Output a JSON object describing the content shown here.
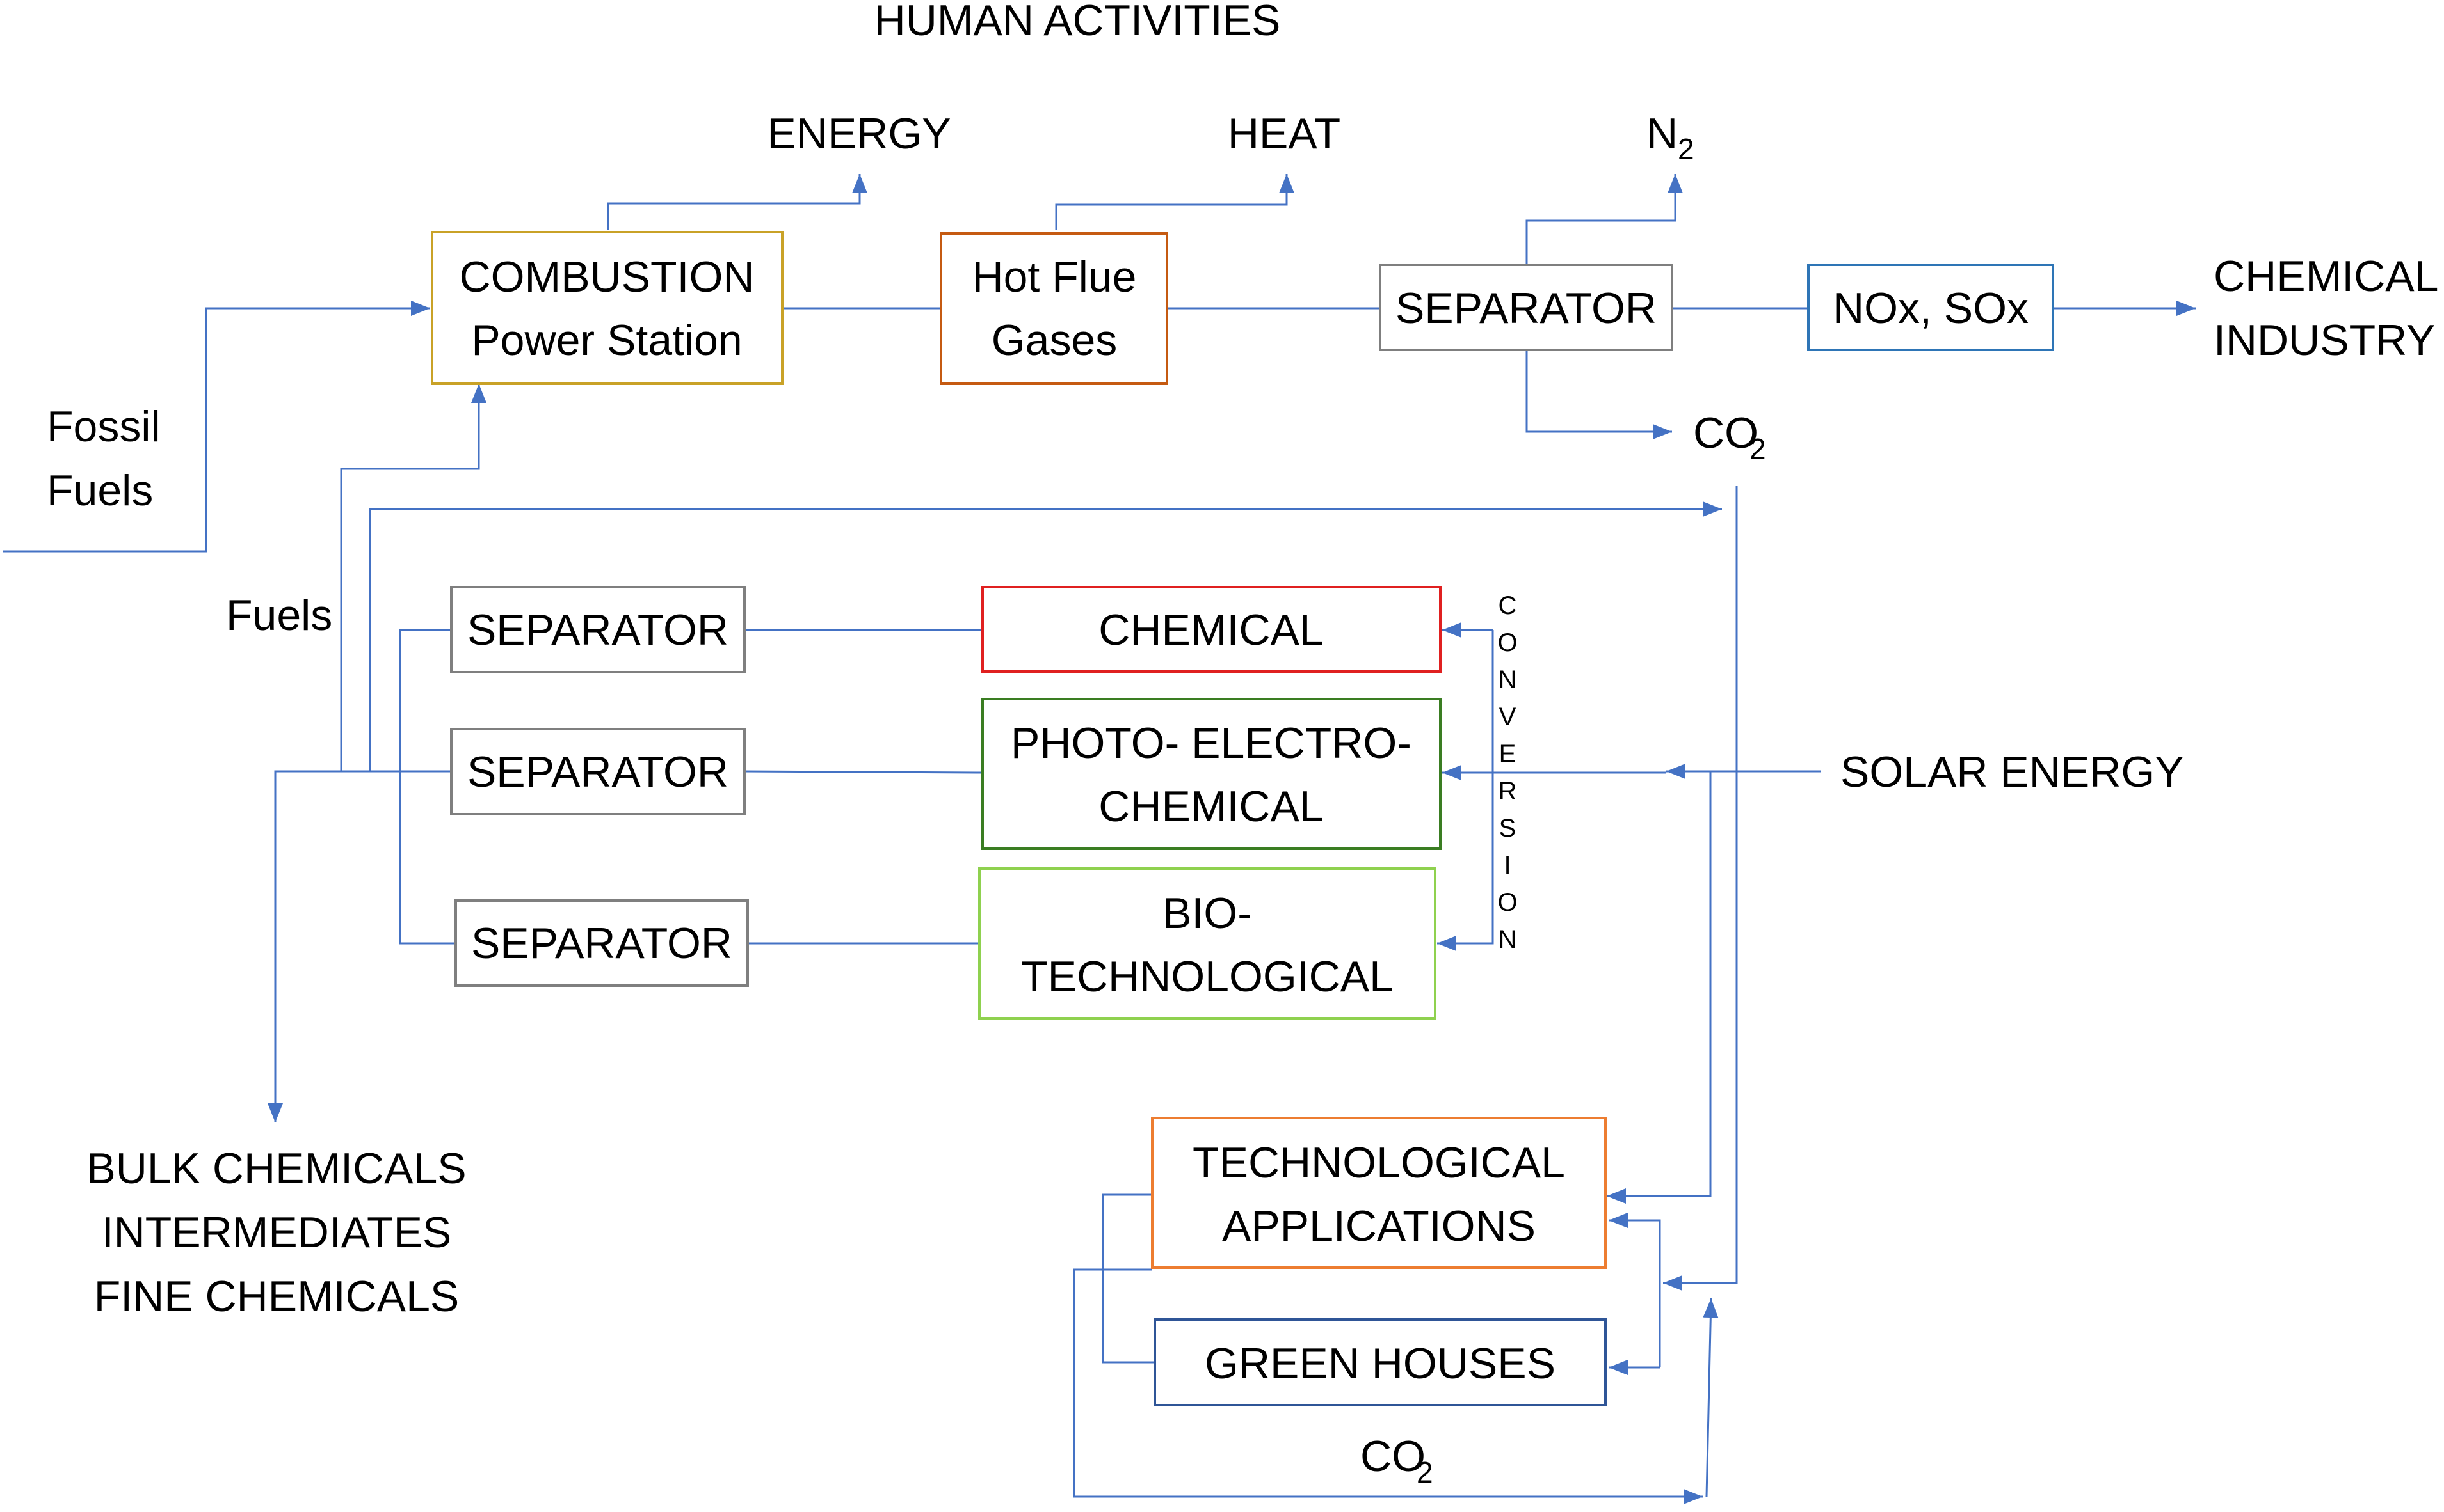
{
  "title": "HUMAN ACTIVITIES",
  "boxes": {
    "combustion": {
      "line1": "COMBUSTION",
      "line2": "Power Station",
      "color": "#c9a227"
    },
    "hot_flue": {
      "line1": "Hot Flue",
      "line2": "Gases",
      "color": "#c55a11"
    },
    "separator_top": {
      "label": "SEPARATOR",
      "color": "#7f7f7f"
    },
    "nox_sox": {
      "label": "NOx, SOx",
      "color": "#2e75b6"
    },
    "separator_1": {
      "label": "SEPARATOR",
      "color": "#7f7f7f"
    },
    "separator_2": {
      "label": "SEPARATOR",
      "color": "#7f7f7f"
    },
    "separator_3": {
      "label": "SEPARATOR",
      "color": "#7f7f7f"
    },
    "chemical": {
      "label": "CHEMICAL",
      "color": "#e02020"
    },
    "photo_electro": {
      "line1": "PHOTO- ELECTRO-",
      "line2": "CHEMICAL",
      "color": "#3a7d22"
    },
    "bio_tech": {
      "line1": "BIO-",
      "line2": "TECHNOLOGICAL",
      "color": "#8fd14f"
    },
    "tech_apps": {
      "line1": "TECHNOLOGICAL",
      "line2": "APPLICATIONS",
      "color": "#ed7d31"
    },
    "green_houses": {
      "label": "GREEN HOUSES",
      "color": "#2f5597"
    }
  },
  "labels": {
    "energy": "ENERGY",
    "heat": "HEAT",
    "n2_main": "N",
    "n2_sub": "2",
    "co2_main": "CO",
    "co2_sub": "2",
    "co2_bottom_main": "CO",
    "co2_bottom_sub": "2",
    "chemical_industry_1": "CHEMICAL",
    "chemical_industry_2": "INDUSTRY",
    "fossil_1": "Fossil",
    "fossil_2": "Fuels",
    "fuels": "Fuels",
    "solar_energy": "SOLAR ENERGY",
    "bulk_1": "BULK CHEMICALS",
    "bulk_2": "INTERMEDIATES",
    "bulk_3": "FINE CHEMICALS",
    "conversion": [
      "C",
      "O",
      "N",
      "V",
      "E",
      "R",
      "S",
      "I",
      "O",
      "N"
    ]
  },
  "colors": {
    "arrow": "#4472c4"
  }
}
